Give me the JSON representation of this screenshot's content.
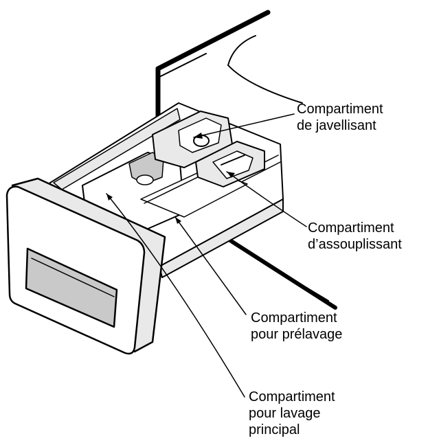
{
  "labels": {
    "bleach": [
      "Compartiment",
      "de javellisant"
    ],
    "softener": [
      "Compartiment",
      "d’assouplissant"
    ],
    "prewash": [
      "Compartiment",
      "pour prélavage"
    ],
    "mainwash": [
      "Compartiment",
      "pour lavage",
      "principal"
    ]
  }
}
